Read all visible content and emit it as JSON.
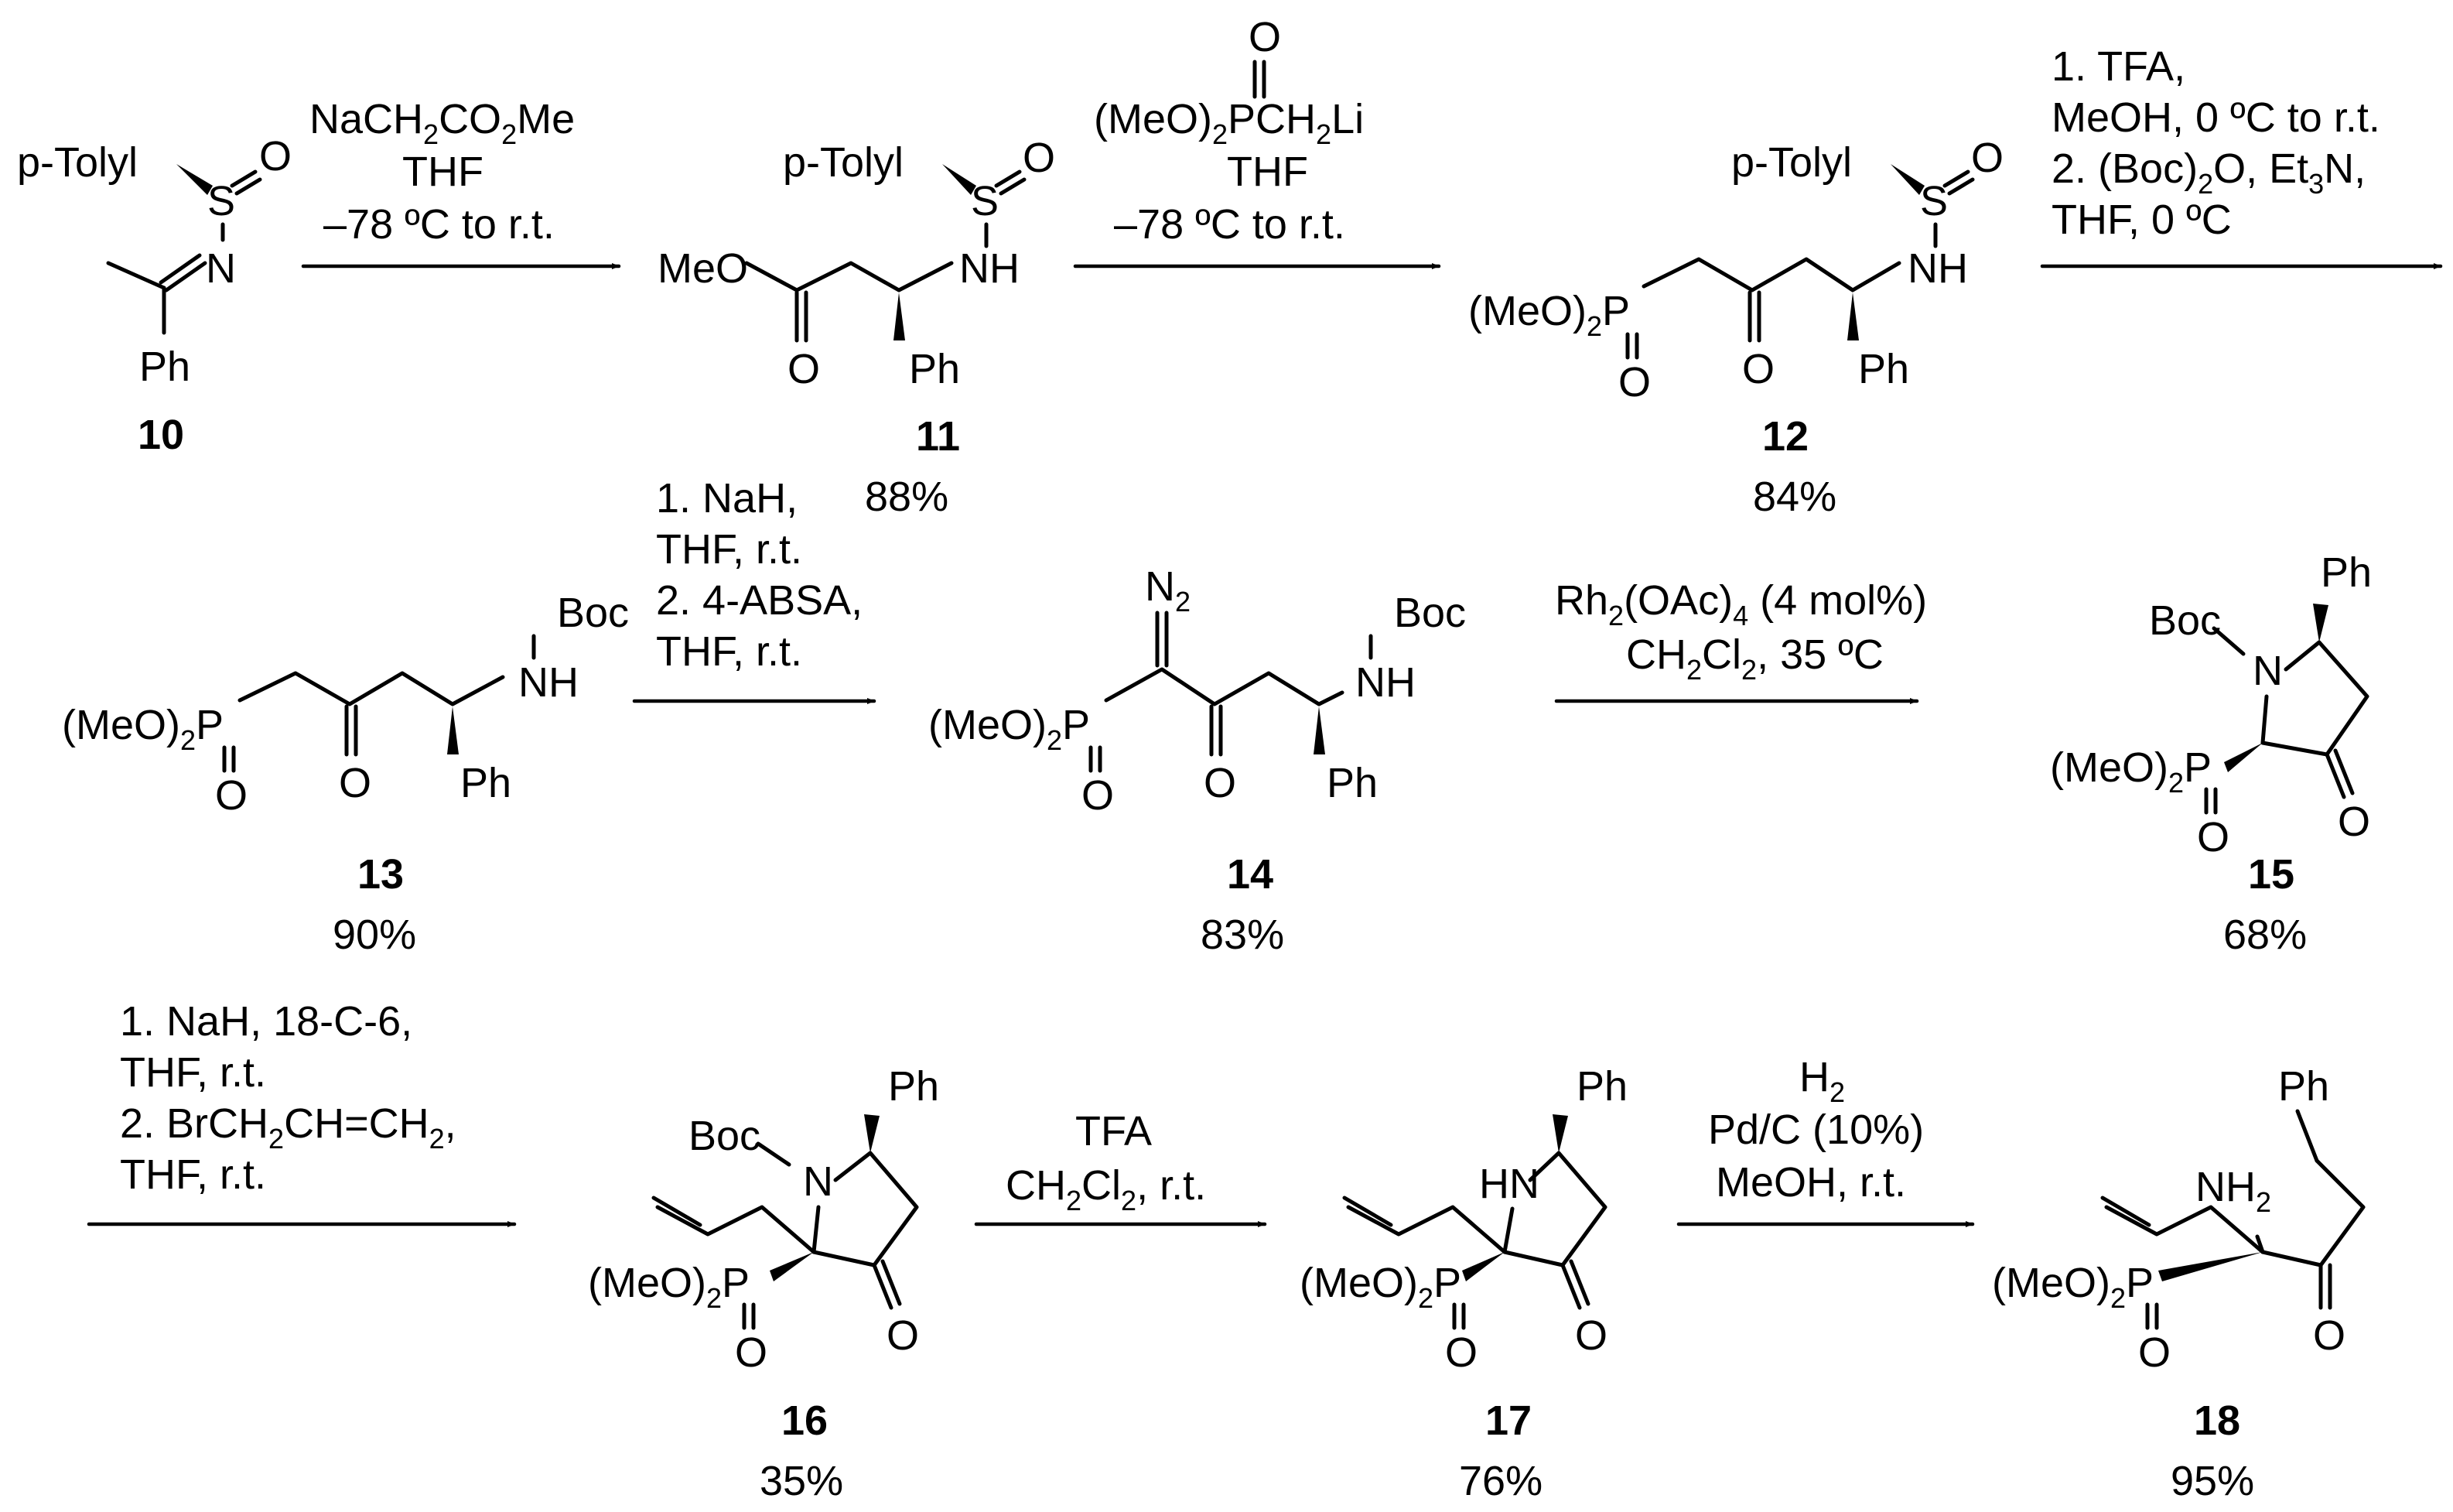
{
  "colors": {
    "ink": "#000000",
    "background": "#ffffff"
  },
  "compounds": {
    "c10": {
      "number": "10",
      "labels": {
        "ptolyl": "p-Tolyl",
        "s": "S",
        "o": "O",
        "n": "N",
        "ph": "Ph"
      }
    },
    "c11": {
      "number": "11",
      "yield": "88%",
      "labels": {
        "ptolyl": "p-Tolyl",
        "s": "S",
        "o": "O",
        "nh": "NH",
        "meo": "MeO",
        "o2": "O",
        "ph": "Ph"
      }
    },
    "c12": {
      "number": "12",
      "yield": "84%",
      "labels": {
        "ptolyl": "p-Tolyl",
        "s": "S",
        "o": "O",
        "nh": "NH",
        "p": "(MeO)",
        "psub": "2",
        "pp": "P",
        "po": "O",
        "ko": "O",
        "ph": "Ph"
      }
    },
    "c13": {
      "number": "13",
      "yield": "90%",
      "labels": {
        "boc": "Boc",
        "nh": "NH",
        "p": "(MeO)",
        "psub": "2",
        "pp": "P",
        "po": "O",
        "ko": "O",
        "ph": "Ph"
      }
    },
    "c14": {
      "number": "14",
      "yield": "83%",
      "labels": {
        "boc": "Boc",
        "nh": "NH",
        "n2": "N",
        "n2sub": "2",
        "p": "(MeO)",
        "psub": "2",
        "pp": "P",
        "po": "O",
        "ko": "O",
        "ph": "Ph"
      }
    },
    "c15": {
      "number": "15",
      "yield": "68%",
      "labels": {
        "boc": "Boc",
        "n": "N",
        "ph": "Ph",
        "p": "(MeO)",
        "psub": "2",
        "pp": "P",
        "po": "O",
        "ko": "O"
      }
    },
    "c16": {
      "number": "16",
      "yield": "35%",
      "labels": {
        "boc": "Boc",
        "n": "N",
        "ph": "Ph",
        "p": "(MeO)",
        "psub": "2",
        "pp": "P",
        "po": "O",
        "ko": "O"
      }
    },
    "c17": {
      "number": "17",
      "yield": "76%",
      "labels": {
        "hn": "HN",
        "ph": "Ph",
        "p": "(MeO)",
        "psub": "2",
        "pp": "P",
        "po": "O",
        "ko": "O"
      }
    },
    "c18": {
      "number": "18",
      "yield": "95%",
      "labels": {
        "nh2": "NH",
        "nh2sub": "2",
        "ph": "Ph",
        "p": "(MeO)",
        "psub": "2",
        "pp": "P",
        "po": "O",
        "ko": "O"
      }
    }
  },
  "reagents": {
    "r1": {
      "l1a": "NaCH",
      "l1b": "2",
      "l1c": "CO",
      "l1d": "2",
      "l1e": "Me",
      "l2": "THF",
      "l3": "–78 ºC to r.t."
    },
    "r2": {
      "l0": "O",
      "l1a": "(MeO)",
      "l1b": "2",
      "l1c": "PCH",
      "l1d": "2",
      "l1e": "Li",
      "l2": "THF",
      "l3": "–78 ºC to r.t."
    },
    "r3": {
      "l1": "1. TFA,",
      "l2": "MeOH, 0 ºC to r.t.",
      "l3a": "2. (Boc)",
      "l3b": "2",
      "l3c": "O, Et",
      "l3d": "3",
      "l3e": "N,",
      "l4": "THF, 0 ºC"
    },
    "r4": {
      "l1": "1. NaH,",
      "l2": "THF, r.t.",
      "l3": "2. 4-ABSA,",
      "l4": "THF, r.t."
    },
    "r5": {
      "l1a": "Rh",
      "l1b": "2",
      "l1c": "(OAc)",
      "l1d": "4",
      "l1e": " (4 mol%)",
      "l2a": "CH",
      "l2b": "2",
      "l2c": "Cl",
      "l2d": "2",
      "l2e": ", 35 ºC"
    },
    "r6": {
      "l1": "1. NaH, 18-C-6,",
      "l2": "THF, r.t.",
      "l3a": "2. BrCH",
      "l3b": "2",
      "l3c": "CH=CH",
      "l3d": "2",
      "l3e": ",",
      "l4": "THF, r.t."
    },
    "r7": {
      "l1": "TFA",
      "l2a": "CH",
      "l2b": "2",
      "l2c": "Cl",
      "l2d": "2",
      "l2e": ", r.t."
    },
    "r8": {
      "l1a": "H",
      "l1b": "2",
      "l2": "Pd/C (10%)",
      "l3": "MeOH, r.t."
    }
  }
}
